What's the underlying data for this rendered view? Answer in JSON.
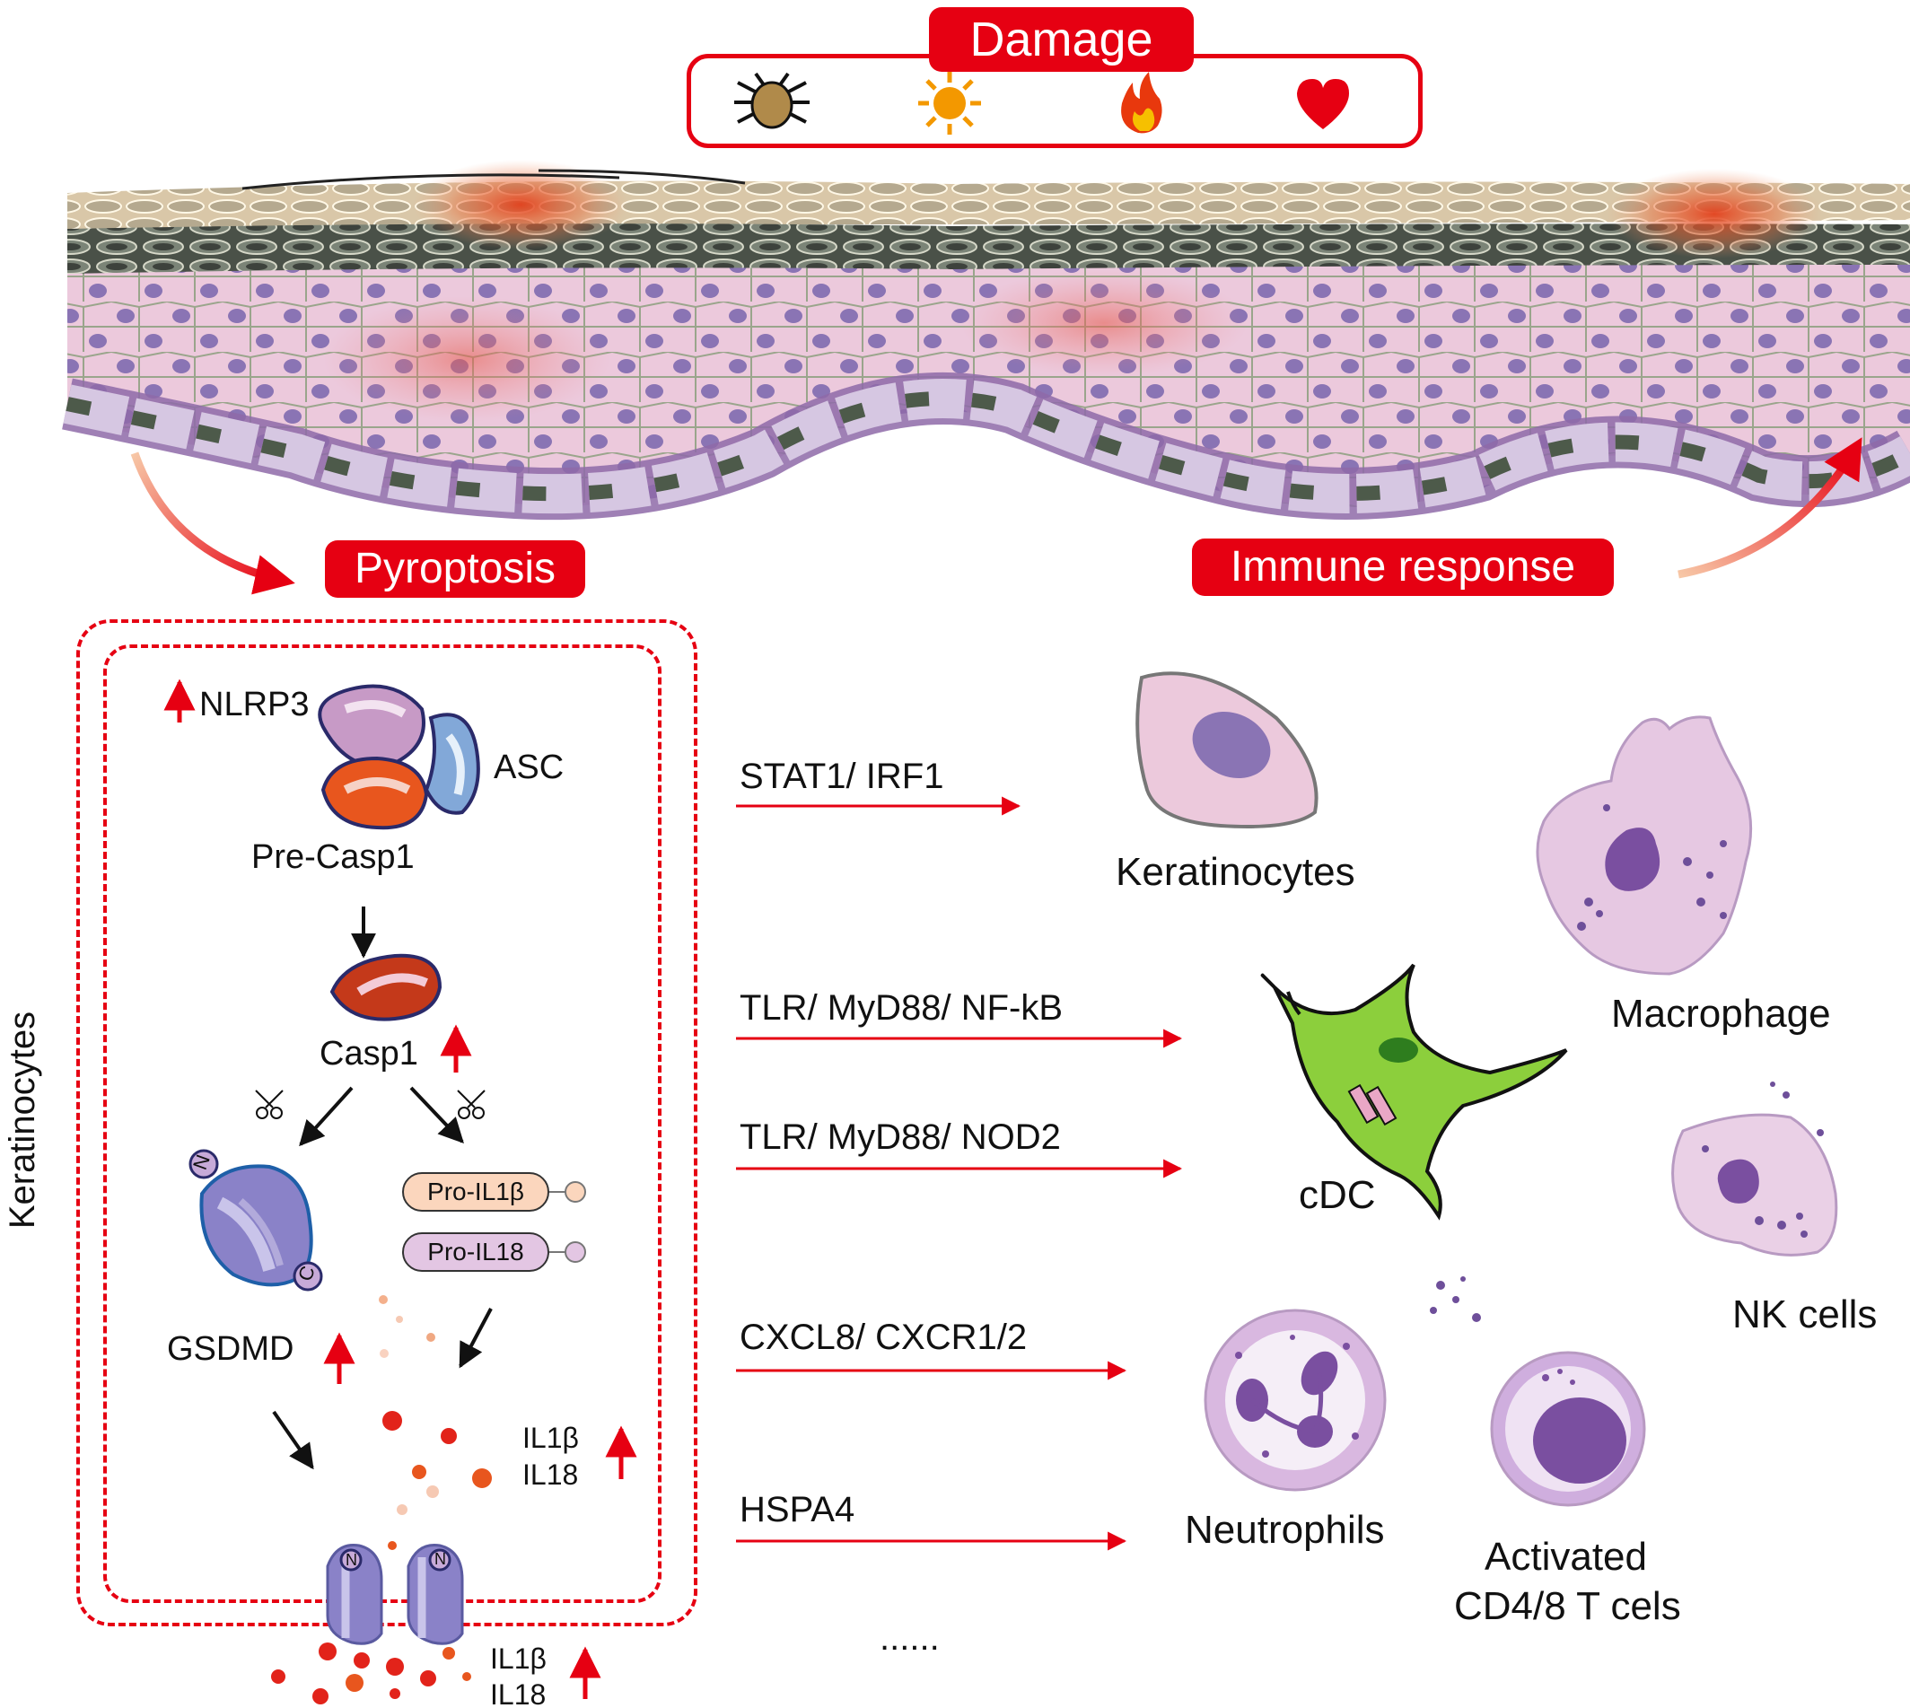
{
  "damage": {
    "title": "Damage",
    "icons": [
      "mite-icon",
      "sun-icon",
      "fire-icon",
      "heart-icon"
    ]
  },
  "process": {
    "left": "Pyroptosis",
    "right": "Immune response"
  },
  "keratinocyte_box": {
    "side_label": "Keratinocytes",
    "nlrp3": "NLRP3",
    "asc": "ASC",
    "pre_casp1": "Pre-Casp1",
    "casp1": "Casp1",
    "gsdmd": "GSDMD",
    "gsdmd_n": "N",
    "gsdmd_c": "C",
    "pro_il1b": "Pro-IL1β",
    "pro_il18": "Pro-IL18",
    "il1b_inside": "IL1β",
    "il18_inside": "IL18",
    "pore_n": "N",
    "il1b_outside": "IL1β",
    "il18_outside": "IL18"
  },
  "pathways": [
    {
      "label": "STAT1/ IRF1"
    },
    {
      "label": "TLR/ MyD88/ NF-kB"
    },
    {
      "label": "TLR/ MyD88/ NOD2"
    },
    {
      "label": "CXCL8/ CXCR1/2"
    },
    {
      "label": "HSPA4"
    }
  ],
  "ellipsis": "......",
  "cells": {
    "keratinocytes": "Keratinocytes",
    "macrophage": "Macrophage",
    "cdc": "cDC",
    "nk": "NK cells",
    "neutrophils": "Neutrophils",
    "tcells_line1": "Activated",
    "tcells_line2": "CD4/8 T cels"
  },
  "colors": {
    "accent_red": "#e60012",
    "skin_pink": "#ecc9dc",
    "nucleus_purple": "#8a74b4",
    "cdc_green": "#8ccf3c"
  }
}
